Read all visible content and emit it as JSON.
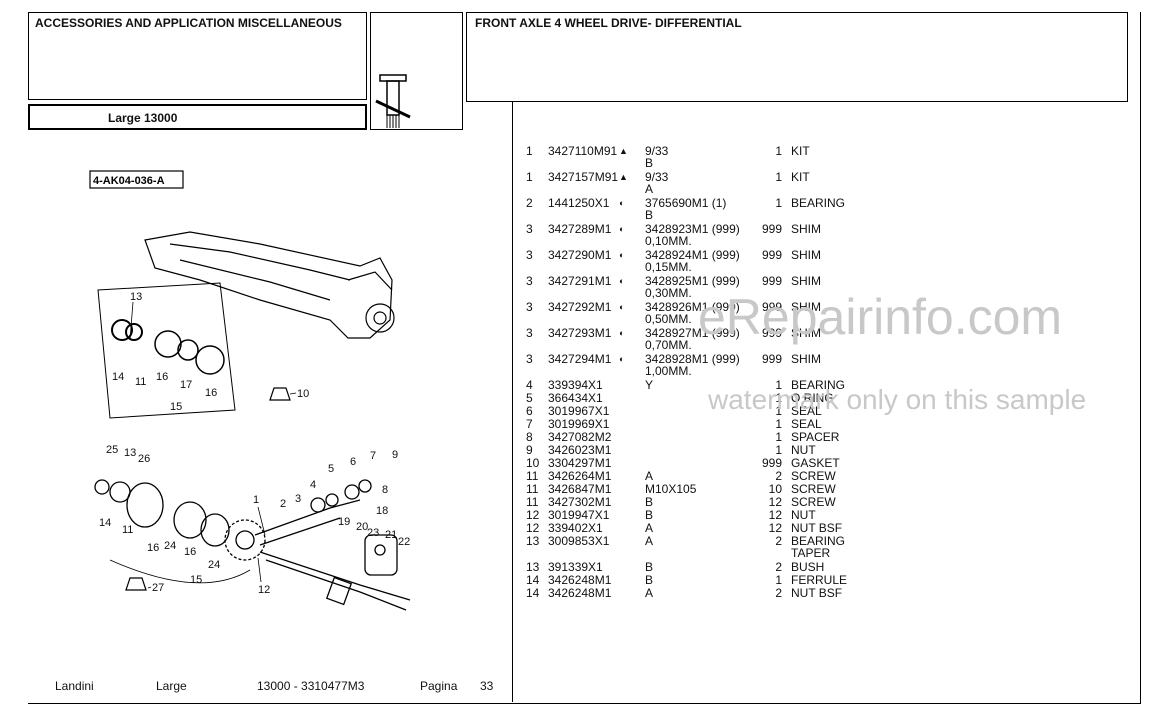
{
  "header": {
    "section_title": "ACCESSORIES AND APPLICATION MISCELLANEOUS",
    "model": "Large 13000",
    "group_title": "FRONT AXLE 4 WHEEL DRIVE- DIFFERENTIAL",
    "icon": "axle-shaft-icon"
  },
  "diagram": {
    "ref_code": "4-AK04-036-A",
    "callouts": [
      "1",
      "2",
      "3",
      "4",
      "5",
      "6",
      "7",
      "8",
      "9",
      "10",
      "11",
      "12",
      "13",
      "14",
      "15",
      "16",
      "17",
      "18",
      "19",
      "20",
      "21",
      "22",
      "23",
      "24",
      "25",
      "26",
      "27"
    ]
  },
  "parts": [
    {
      "ref": "1",
      "part": "3427110M91",
      "sym": "▲",
      "variant": "9/33\nB",
      "qty": "1",
      "desc": "KIT"
    },
    {
      "ref": "1",
      "part": "3427157M91",
      "sym": "▲",
      "variant": "9/33\nA",
      "qty": "1",
      "desc": "KIT"
    },
    {
      "ref": "2",
      "part": "1441250X1",
      "sym": "◐",
      "variant": "3765690M1   (1)\nB",
      "qty": "1",
      "desc": "BEARING"
    },
    {
      "ref": "3",
      "part": "3427289M1",
      "sym": "◐",
      "variant": "3428923M1  (999)\n0,10MM.",
      "qty": "999",
      "desc": "SHIM"
    },
    {
      "ref": "3",
      "part": "3427290M1",
      "sym": "◐",
      "variant": "3428924M1  (999)\n0,15MM.",
      "qty": "999",
      "desc": "SHIM"
    },
    {
      "ref": "3",
      "part": "3427291M1",
      "sym": "◐",
      "variant": "3428925M1  (999)\n0,30MM.",
      "qty": "999",
      "desc": "SHIM"
    },
    {
      "ref": "3",
      "part": "3427292M1",
      "sym": "◐",
      "variant": "3428926M1  (999)\n0,50MM.",
      "qty": "999",
      "desc": "SHIM"
    },
    {
      "ref": "3",
      "part": "3427293M1",
      "sym": "◐",
      "variant": "3428927M1  (999)\n0,70MM.",
      "qty": "999",
      "desc": "SHIM"
    },
    {
      "ref": "3",
      "part": "3427294M1",
      "sym": "◐",
      "variant": "3428928M1  (999)\n1,00MM.",
      "qty": "999",
      "desc": "SHIM"
    },
    {
      "ref": "4",
      "part": "339394X1",
      "sym": "",
      "variant": "Y",
      "qty": "1",
      "desc": "BEARING"
    },
    {
      "ref": "5",
      "part": "366434X1",
      "sym": "",
      "variant": "",
      "qty": "1",
      "desc": "O RING"
    },
    {
      "ref": "6",
      "part": "3019967X1",
      "sym": "",
      "variant": "",
      "qty": "1",
      "desc": "SEAL"
    },
    {
      "ref": "7",
      "part": "3019969X1",
      "sym": "",
      "variant": "",
      "qty": "1",
      "desc": "SEAL"
    },
    {
      "ref": "8",
      "part": "3427082M2",
      "sym": "",
      "variant": "",
      "qty": "1",
      "desc": "SPACER"
    },
    {
      "ref": "9",
      "part": "3426023M1",
      "sym": "",
      "variant": "",
      "qty": "1",
      "desc": "NUT"
    },
    {
      "ref": "10",
      "part": "3304297M1",
      "sym": "",
      "variant": "",
      "qty": "999",
      "desc": "GASKET"
    },
    {
      "ref": "11",
      "part": "3426264M1",
      "sym": "",
      "variant": "A",
      "qty": "2",
      "desc": "SCREW"
    },
    {
      "ref": "11",
      "part": "3426847M1",
      "sym": "",
      "variant": "M10X105",
      "qty": "10",
      "desc": "SCREW"
    },
    {
      "ref": "11",
      "part": "3427302M1",
      "sym": "",
      "variant": "B",
      "qty": "12",
      "desc": "SCREW"
    },
    {
      "ref": "12",
      "part": "3019947X1",
      "sym": "",
      "variant": "B",
      "qty": "12",
      "desc": "NUT"
    },
    {
      "ref": "12",
      "part": "339402X1",
      "sym": "",
      "variant": "A",
      "qty": "12",
      "desc": "NUT BSF"
    },
    {
      "ref": "13",
      "part": "3009853X1",
      "sym": "",
      "variant": "A",
      "qty": "2",
      "desc": "BEARING\nTAPER"
    },
    {
      "ref": "13",
      "part": "391339X1",
      "sym": "",
      "variant": "B",
      "qty": "2",
      "desc": "BUSH"
    },
    {
      "ref": "14",
      "part": "3426248M1",
      "sym": "",
      "variant": "B",
      "qty": "1",
      "desc": "FERRULE"
    },
    {
      "ref": "14",
      "part": "3426248M1",
      "sym": "",
      "variant": "A",
      "qty": "2",
      "desc": "NUT BSF"
    }
  ],
  "footer": {
    "brand": "Landini",
    "series": "Large",
    "code": "13000 - 3310477M3",
    "page_label": "Pagina",
    "page_number": "33"
  },
  "watermark": {
    "main": "eRepairinfo.com",
    "sub": "watermark only on this sample"
  }
}
